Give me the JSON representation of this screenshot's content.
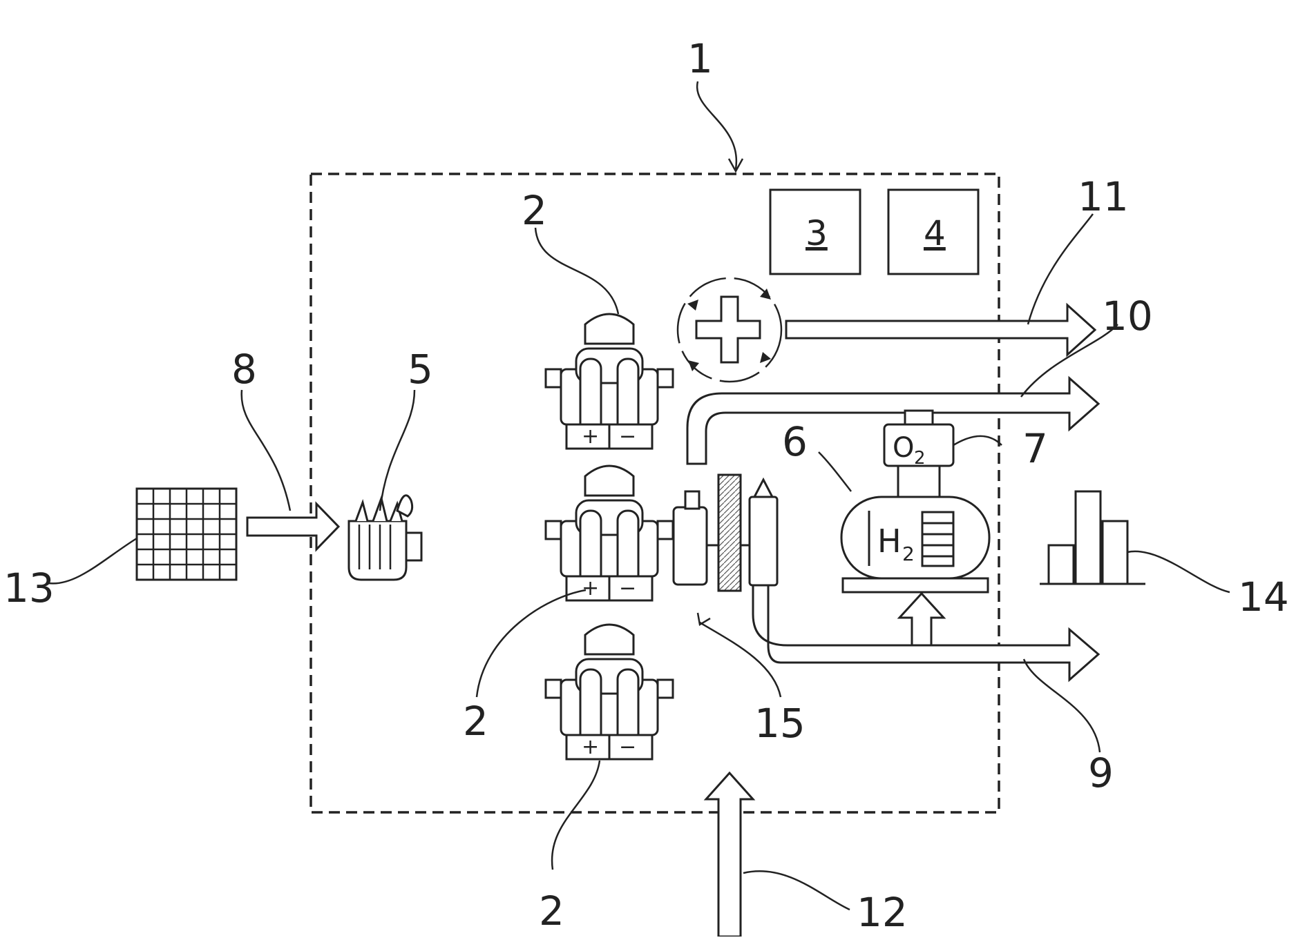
{
  "diagram": {
    "labels": {
      "system": "1",
      "battery_top": "2",
      "battery_mid": "2",
      "battery_bottom": "2",
      "box_3": "3",
      "box_4": "4",
      "heater": "5",
      "tank": "6",
      "oxygen": "7",
      "input_arrow": "8",
      "output_9": "9",
      "output_10": "10",
      "output_11": "11",
      "input_12": "12",
      "solar": "13",
      "chart": "14",
      "generator": "15"
    },
    "symbols": {
      "plus": "+",
      "minus": "−",
      "o2_letter": "O",
      "o2_sub": "2",
      "h2_letter": "H",
      "h2_sub": "2"
    }
  }
}
